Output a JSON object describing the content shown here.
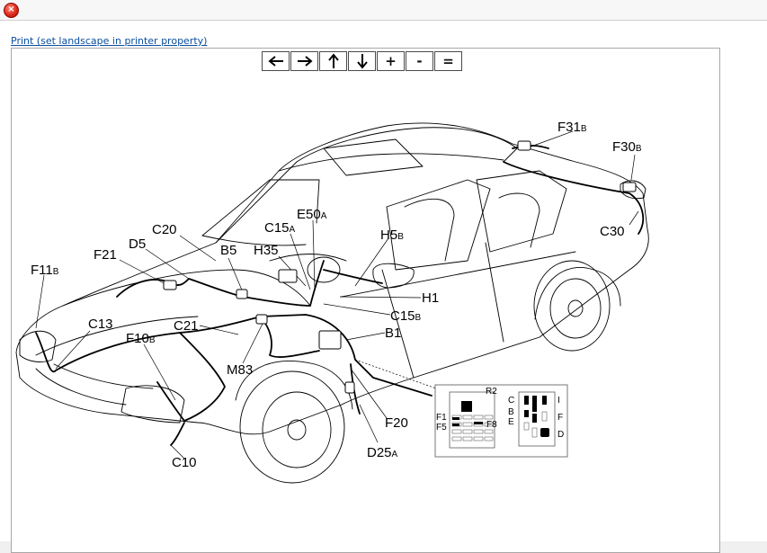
{
  "window": {
    "close_symbol": "×"
  },
  "toolbar": {
    "print_link": "Print (set landscape in printer property)",
    "buttons": [
      {
        "label": "",
        "icon": "arrow-left-icon"
      },
      {
        "label": "",
        "icon": "arrow-right-icon"
      },
      {
        "label": "",
        "icon": "arrow-up-icon"
      },
      {
        "label": "",
        "icon": "arrow-down-icon"
      },
      {
        "label": "+",
        "icon": "zoom-in-icon"
      },
      {
        "label": "-",
        "icon": "zoom-out-icon"
      },
      {
        "label": "=",
        "icon": "reset-zoom-icon"
      }
    ]
  },
  "diagram": {
    "labels": {
      "f31": {
        "text": "F31",
        "suffix": "B"
      },
      "f30": {
        "text": "F30",
        "suffix": "B"
      },
      "c30": {
        "text": "C30",
        "suffix": ""
      },
      "c20": {
        "text": "C20",
        "suffix": ""
      },
      "d5": {
        "text": "D5",
        "suffix": ""
      },
      "f21": {
        "text": "F21",
        "suffix": ""
      },
      "f11": {
        "text": "F11",
        "suffix": "B"
      },
      "c13": {
        "text": "C13",
        "suffix": ""
      },
      "f10": {
        "text": "F10",
        "suffix": "B"
      },
      "c21": {
        "text": "C21",
        "suffix": ""
      },
      "m83": {
        "text": "M83",
        "suffix": ""
      },
      "c10": {
        "text": "C10",
        "suffix": ""
      },
      "b5": {
        "text": "B5",
        "suffix": ""
      },
      "h35": {
        "text": "H35",
        "suffix": ""
      },
      "c15a": {
        "text": "C15",
        "suffix": "A"
      },
      "e50": {
        "text": "E50",
        "suffix": "A"
      },
      "h5": {
        "text": "H5",
        "suffix": "B"
      },
      "h1": {
        "text": "H1",
        "suffix": ""
      },
      "c15b": {
        "text": "C15",
        "suffix": "B"
      },
      "b1": {
        "text": "B1",
        "suffix": ""
      },
      "f20": {
        "text": "F20",
        "suffix": ""
      },
      "d25": {
        "text": "D25",
        "suffix": "A"
      }
    },
    "fusebox_labels": {
      "r2": "R2",
      "f1": "F1",
      "f5": "F5",
      "f8": "F8",
      "c": "C",
      "b": "B",
      "e": "E",
      "i": "I",
      "f": "F",
      "d": "D"
    }
  }
}
